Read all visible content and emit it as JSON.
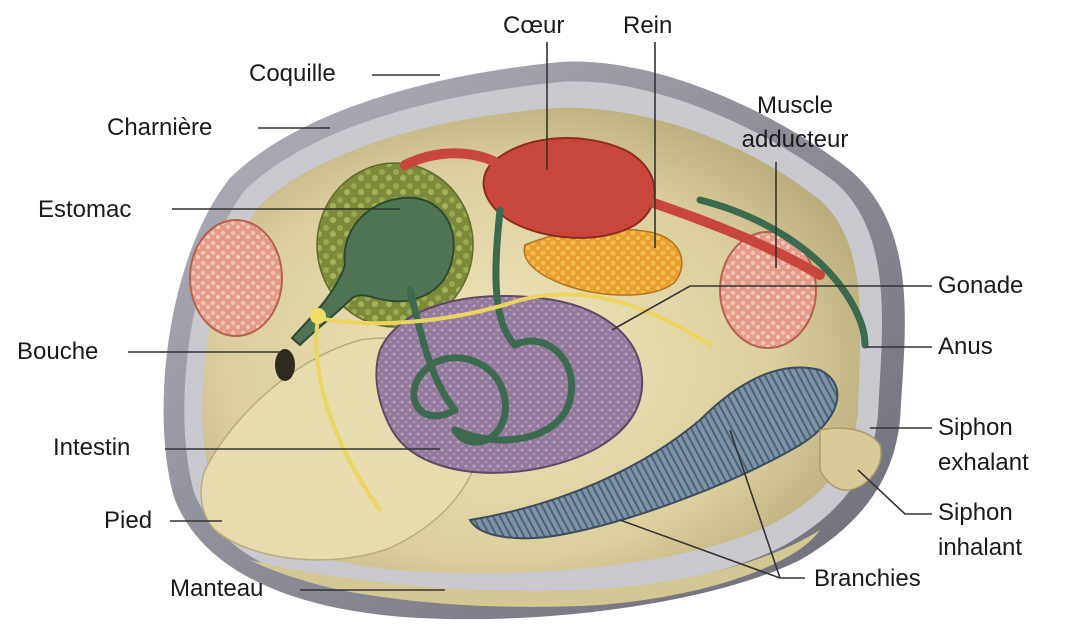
{
  "labels": {
    "coquille": "Coquille",
    "charniere": "Charnière",
    "estomac": "Estomac",
    "bouche": "Bouche",
    "intestin": "Intestin",
    "pied": "Pied",
    "manteau": "Manteau",
    "coeur": "Cœur",
    "rein": "Rein",
    "muscle_line1": "Muscle",
    "muscle_line2": "adducteur",
    "gonade": "Gonade",
    "anus": "Anus",
    "siphon_exh_line1": "Siphon",
    "siphon_exh_line2": "exhalant",
    "siphon_inh_line1": "Siphon",
    "siphon_inh_line2": "inhalant",
    "branchies": "Branchies"
  },
  "colors": {
    "shell": "#9c9ca8",
    "mantle": "#e2d7a6",
    "muscle": "#d98d7a",
    "stomach": "#4a6e4d",
    "digestive_gland": "#7f8a3c",
    "heart": "#c5432e",
    "kidney": "#e5a032",
    "gonad": "#8c6f93",
    "intestine": "#3f6f55",
    "gills": "#6f8499",
    "nerve": "#e8d45c",
    "leader_line": "#333333"
  }
}
